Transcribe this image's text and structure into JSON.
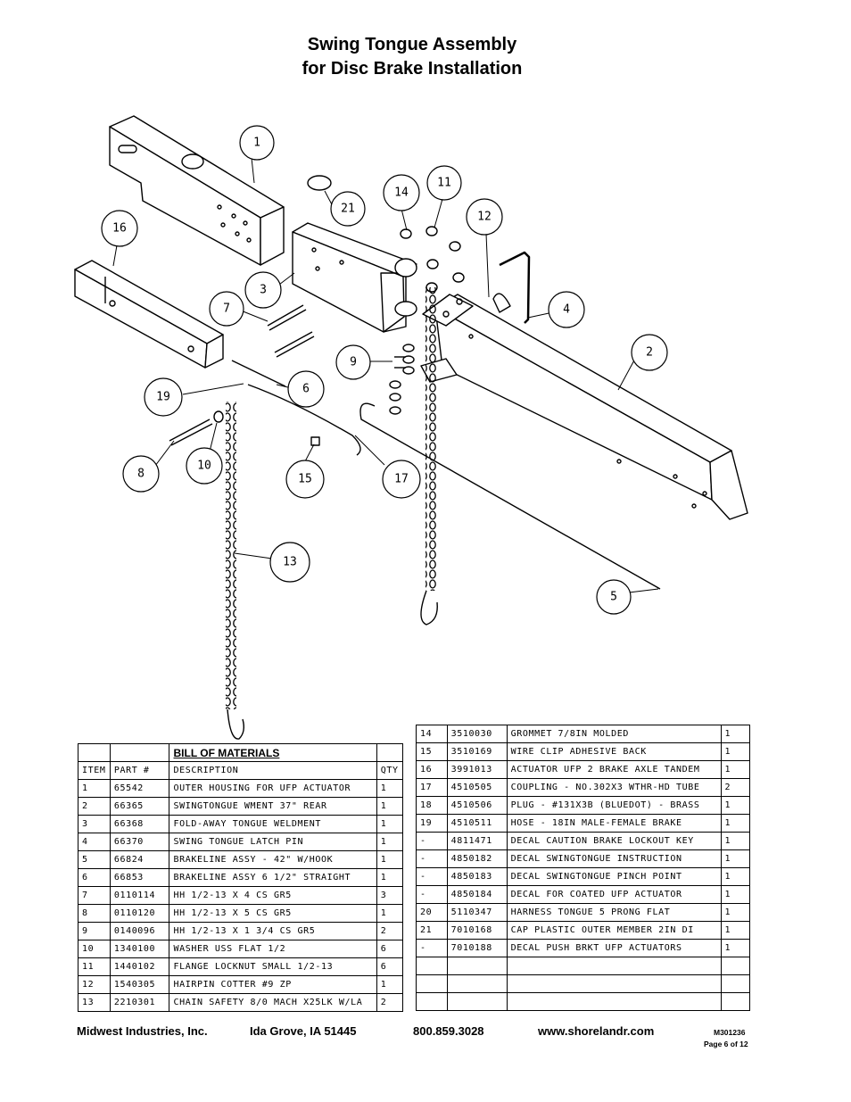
{
  "title": {
    "line1": "Swing Tongue Assembly",
    "line2": "for Disc Brake Installation"
  },
  "callouts": [
    "1",
    "2",
    "3",
    "4",
    "5",
    "6",
    "7",
    "8",
    "9",
    "10",
    "11",
    "12",
    "13",
    "14",
    "15",
    "16",
    "17",
    "19",
    "21"
  ],
  "bom": {
    "heading": "BILL OF MATERIALS",
    "columns": {
      "item": "ITEM",
      "part": "PART #",
      "description": "DESCRIPTION",
      "qty": "QTY"
    },
    "left_rows": [
      {
        "item": "1",
        "part": "65542",
        "description": "OUTER HOUSING FOR UFP ACTUATOR",
        "qty": "1"
      },
      {
        "item": "2",
        "part": "66365",
        "description": "SWINGTONGUE WMENT 37\" REAR",
        "qty": "1"
      },
      {
        "item": "3",
        "part": "66368",
        "description": "FOLD-AWAY TONGUE WELDMENT",
        "qty": "1"
      },
      {
        "item": "4",
        "part": "66370",
        "description": "SWING TONGUE LATCH PIN",
        "qty": "1"
      },
      {
        "item": "5",
        "part": "66824",
        "description": "BRAKELINE ASSY - 42\" W/HOOK",
        "qty": "1"
      },
      {
        "item": "6",
        "part": "66853",
        "description": "BRAKELINE ASSY 6 1/2\" STRAIGHT",
        "qty": "1"
      },
      {
        "item": "7",
        "part": "0110114",
        "description": "HH 1/2-13 X 4 CS GR5",
        "qty": "3"
      },
      {
        "item": "8",
        "part": "0110120",
        "description": "HH 1/2-13 X 5 CS GR5",
        "qty": "1"
      },
      {
        "item": "9",
        "part": "0140096",
        "description": "HH 1/2-13 X 1 3/4 CS GR5",
        "qty": "2"
      },
      {
        "item": "10",
        "part": "1340100",
        "description": "WASHER USS FLAT 1/2",
        "qty": "6"
      },
      {
        "item": "11",
        "part": "1440102",
        "description": "FLANGE LOCKNUT SMALL 1/2-13",
        "qty": "6"
      },
      {
        "item": "12",
        "part": "1540305",
        "description": "HAIRPIN COTTER #9 ZP",
        "qty": "1"
      },
      {
        "item": "13",
        "part": "2210301",
        "description": "CHAIN SAFETY 8/0 MACH X25LK W/LA",
        "qty": "2"
      }
    ],
    "right_rows": [
      {
        "item": "14",
        "part": "3510030",
        "description": "GROMMET  7/8IN MOLDED",
        "qty": "1"
      },
      {
        "item": "15",
        "part": "3510169",
        "description": "WIRE CLIP   ADHESIVE BACK",
        "qty": "1"
      },
      {
        "item": "16",
        "part": "3991013",
        "description": "ACTUATOR UFP 2 BRAKE AXLE TANDEM",
        "qty": "1"
      },
      {
        "item": "17",
        "part": "4510505",
        "description": "COUPLING - NO.302X3 WTHR-HD TUBE",
        "qty": "2"
      },
      {
        "item": "18",
        "part": "4510506",
        "description": "PLUG - #131X3B (BLUEDOT) - BRASS",
        "qty": "1"
      },
      {
        "item": "19",
        "part": "4510511",
        "description": "HOSE - 18IN MALE-FEMALE BRAKE",
        "qty": "1"
      },
      {
        "item": "-",
        "part": "4811471",
        "description": "DECAL CAUTION BRAKE LOCKOUT KEY",
        "qty": "1"
      },
      {
        "item": "-",
        "part": "4850182",
        "description": "DECAL SWINGTONGUE INSTRUCTION",
        "qty": "1"
      },
      {
        "item": "-",
        "part": "4850183",
        "description": "DECAL SWINGTONGUE PINCH POINT",
        "qty": "1"
      },
      {
        "item": "-",
        "part": "4850184",
        "description": "DECAL FOR COATED UFP ACTUATOR",
        "qty": "1"
      },
      {
        "item": "20",
        "part": "5110347",
        "description": "HARNESS  TONGUE 5 PRONG FLAT",
        "qty": "1"
      },
      {
        "item": "21",
        "part": "7010168",
        "description": "CAP  PLASTIC OUTER MEMBER 2IN DI",
        "qty": "1"
      },
      {
        "item": "-",
        "part": "7010188",
        "description": "DECAL PUSH BRKT UFP ACTUATORS",
        "qty": "1"
      },
      {
        "item": "",
        "part": "",
        "description": "",
        "qty": ""
      },
      {
        "item": "",
        "part": "",
        "description": "",
        "qty": ""
      },
      {
        "item": "",
        "part": "",
        "description": "",
        "qty": ""
      }
    ]
  },
  "footer": {
    "company": "Midwest Industries, Inc.",
    "location": "Ida Grove, IA  51445",
    "phone": "800.859.3028",
    "website": "www.shorelandr.com",
    "doc_number": "M301236",
    "page": "Page 6 of 12"
  }
}
